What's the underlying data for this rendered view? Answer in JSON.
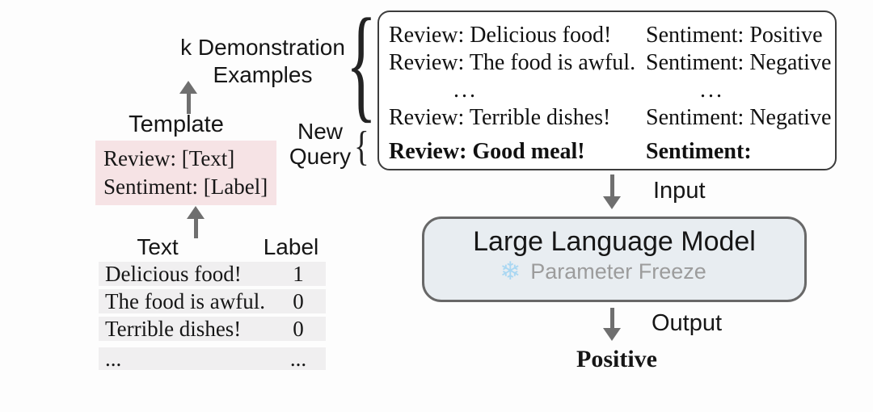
{
  "colors": {
    "background": "#fdfdfd",
    "pink_box_bg": "#f6e3e5",
    "table_row_bg": "#f0eff0",
    "llm_box_bg": "#e8edf1",
    "llm_box_border": "#686868",
    "prompt_box_border": "#3c3c3c",
    "arrow": "#6f6f6f",
    "muted_text": "#9c9c9c",
    "snowflake": "#a9d7f2"
  },
  "left": {
    "k_demo_line1": "k Demonstration",
    "k_demo_line2": "Examples",
    "template_label": "Template",
    "template_box": {
      "line1": "Review: [Text]",
      "line2": "Sentiment: [Label]"
    },
    "dataset_table": {
      "headers": [
        "Text",
        "Label"
      ],
      "rows": [
        {
          "text": "Delicious food!",
          "label": "1"
        },
        {
          "text": "The food is awful.",
          "label": "0"
        },
        {
          "text": "Terrible dishes!",
          "label": "0"
        },
        {
          "text": "...",
          "label": "..."
        }
      ]
    }
  },
  "right": {
    "new_query_line1": "New",
    "new_query_line2": "Query",
    "brace_glyph": "{",
    "prompt_box": {
      "rows": [
        {
          "review": "Review: Delicious food!",
          "sentiment": "Sentiment: Positive"
        },
        {
          "review": "Review: The food is awful.",
          "sentiment": "Sentiment: Negative"
        },
        {
          "review": "...",
          "sentiment": "..."
        },
        {
          "review": "Review: Terrible dishes!",
          "sentiment": "Sentiment: Negative"
        },
        {
          "review": "Review: Good meal!",
          "sentiment": "Sentiment:"
        }
      ]
    },
    "input_label": "Input",
    "llm_box": {
      "title": "Large Language Model",
      "snowflake_icon": "❄",
      "subtitle": "Parameter Freeze"
    },
    "output_label": "Output",
    "result_text": "Positive"
  }
}
